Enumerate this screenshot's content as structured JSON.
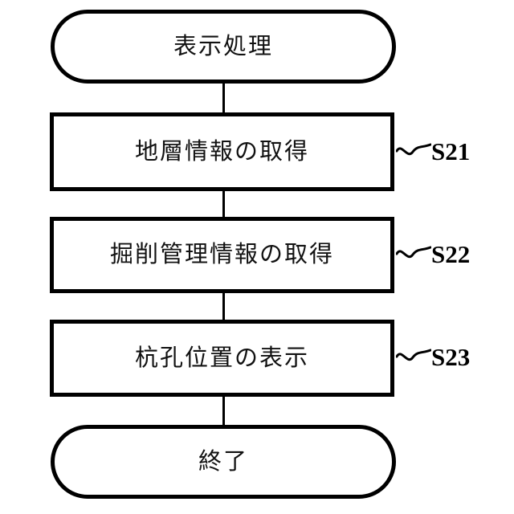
{
  "figure": {
    "type": "flowchart",
    "orientation": "vertical",
    "background_color": "#ffffff",
    "line_color": "#000000",
    "nodes": [
      {
        "id": "start",
        "shape": "terminator",
        "label": "表示処理",
        "step_ref": null
      },
      {
        "id": "s21",
        "shape": "process",
        "label": "地層情報の取得",
        "step_ref": "S21"
      },
      {
        "id": "s22",
        "shape": "process",
        "label": "掘削管理情報の取得",
        "step_ref": "S22"
      },
      {
        "id": "s23",
        "shape": "process",
        "label": "杭孔位置の表示",
        "step_ref": "S23"
      },
      {
        "id": "end",
        "shape": "terminator",
        "label": "終了",
        "step_ref": null
      }
    ],
    "edges": [
      {
        "from": "start",
        "to": "s21"
      },
      {
        "from": "s21",
        "to": "s22"
      },
      {
        "from": "s22",
        "to": "s23"
      },
      {
        "from": "s23",
        "to": "end"
      }
    ]
  }
}
